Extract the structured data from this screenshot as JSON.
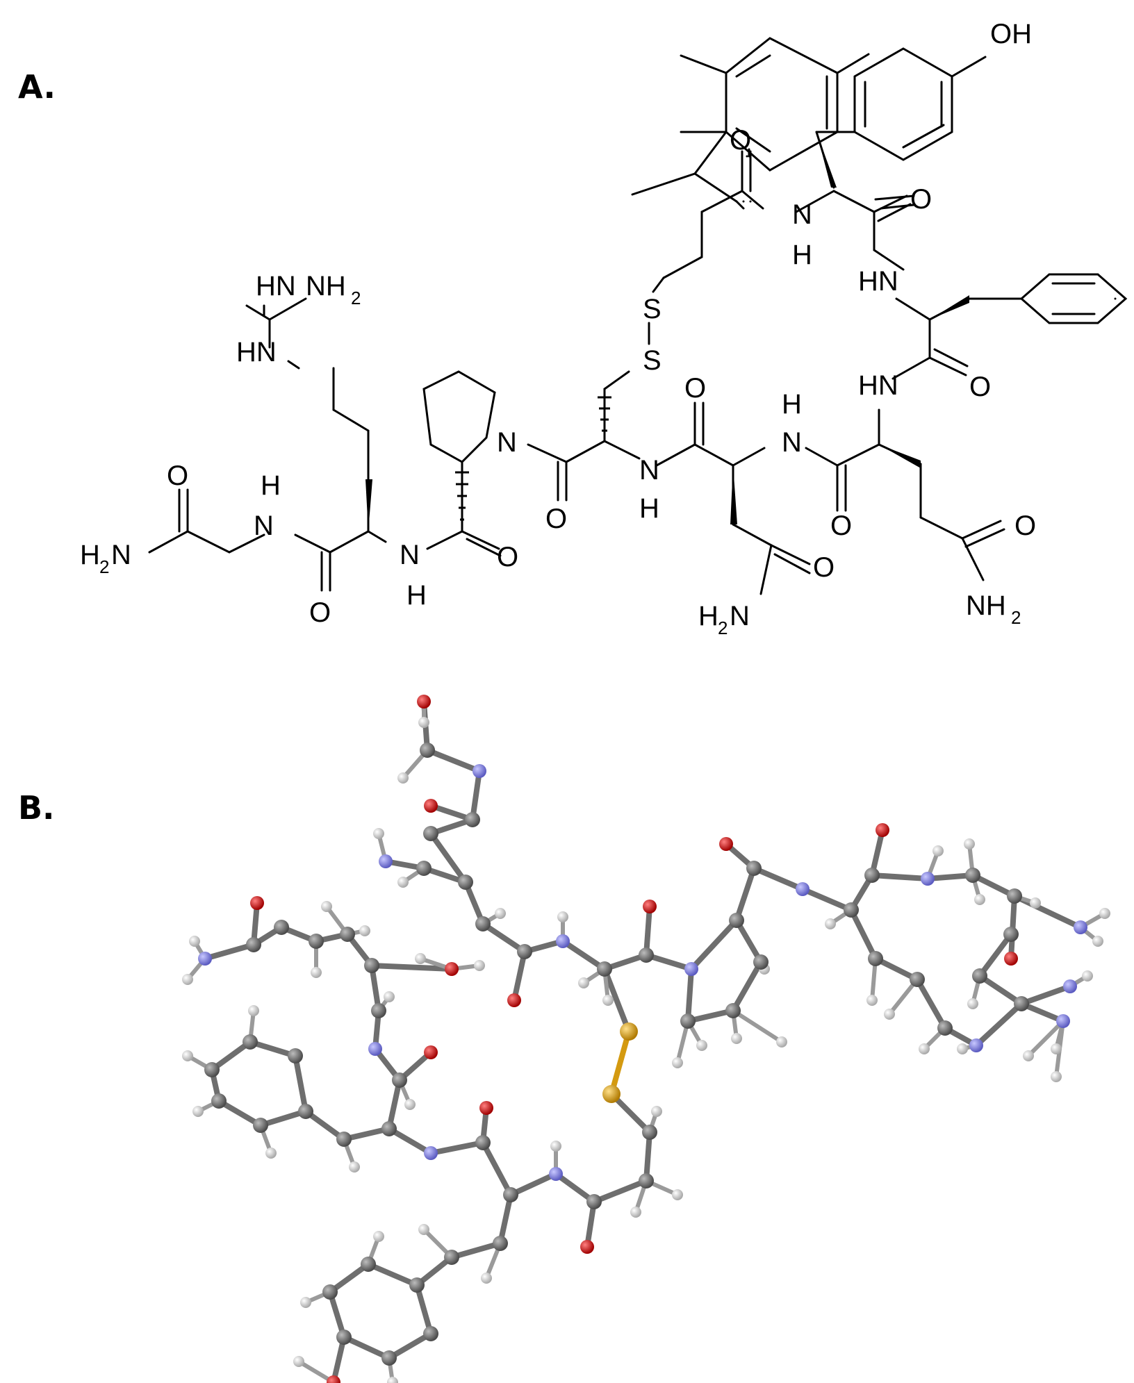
{
  "panels": [
    {
      "label": "A."
    },
    {
      "label": "B."
    }
  ],
  "colors": {
    "carbon": "#777777",
    "hydrogen": "#e6e6e6",
    "nitrogen": "#8a8ae8",
    "oxygen": "#e00000",
    "sulfur": "#e8a410",
    "ink": "#000000"
  },
  "structure_labels": {
    "oh": "OH",
    "o": "O",
    "n": "N",
    "h": "H",
    "hn": "HN",
    "s": "S",
    "h2n_base": "H",
    "two": "2",
    "n_after_h2": "N",
    "nh2_base": "NH"
  }
}
